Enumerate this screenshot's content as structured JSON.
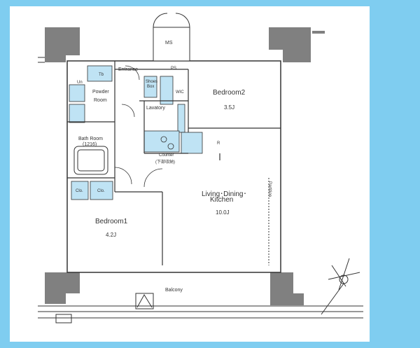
{
  "plan": {
    "rooms": {
      "ms": "MS",
      "entrance": "Entrance",
      "ps": "PS",
      "bedroom2": "Bedroom2",
      "bedroom2_size": "3.5J",
      "powder_room_line1": "Powder",
      "powder_room_line2": "Room",
      "shoes_box_line1": "Shoes",
      "shoes_box_line2": "Box",
      "wic": "WIC",
      "lavatory": "Lavatory",
      "bath_room_line1": "Bath Room",
      "bath_room_line2": "(1216)",
      "counter_line1": "Counter",
      "counter_line2": "(下部収納)",
      "refrigerator": "R",
      "closet_1": "Clo.",
      "closet_2": "Clo.",
      "living_line1": "Living･Dining･",
      "living_line2": "Kitchen",
      "living_size": "10.0J",
      "bedroom1": "Bedroom1",
      "bedroom1_size": "4.2J",
      "balcony": "Balcony",
      "tb": "Tb",
      "un": "Un",
      "partition": "Partition"
    },
    "colors": {
      "background": "#7fcdf0",
      "paper": "#ffffff",
      "wet_area": "#bfe3f4",
      "wall": "#808080",
      "line": "#333333"
    }
  }
}
